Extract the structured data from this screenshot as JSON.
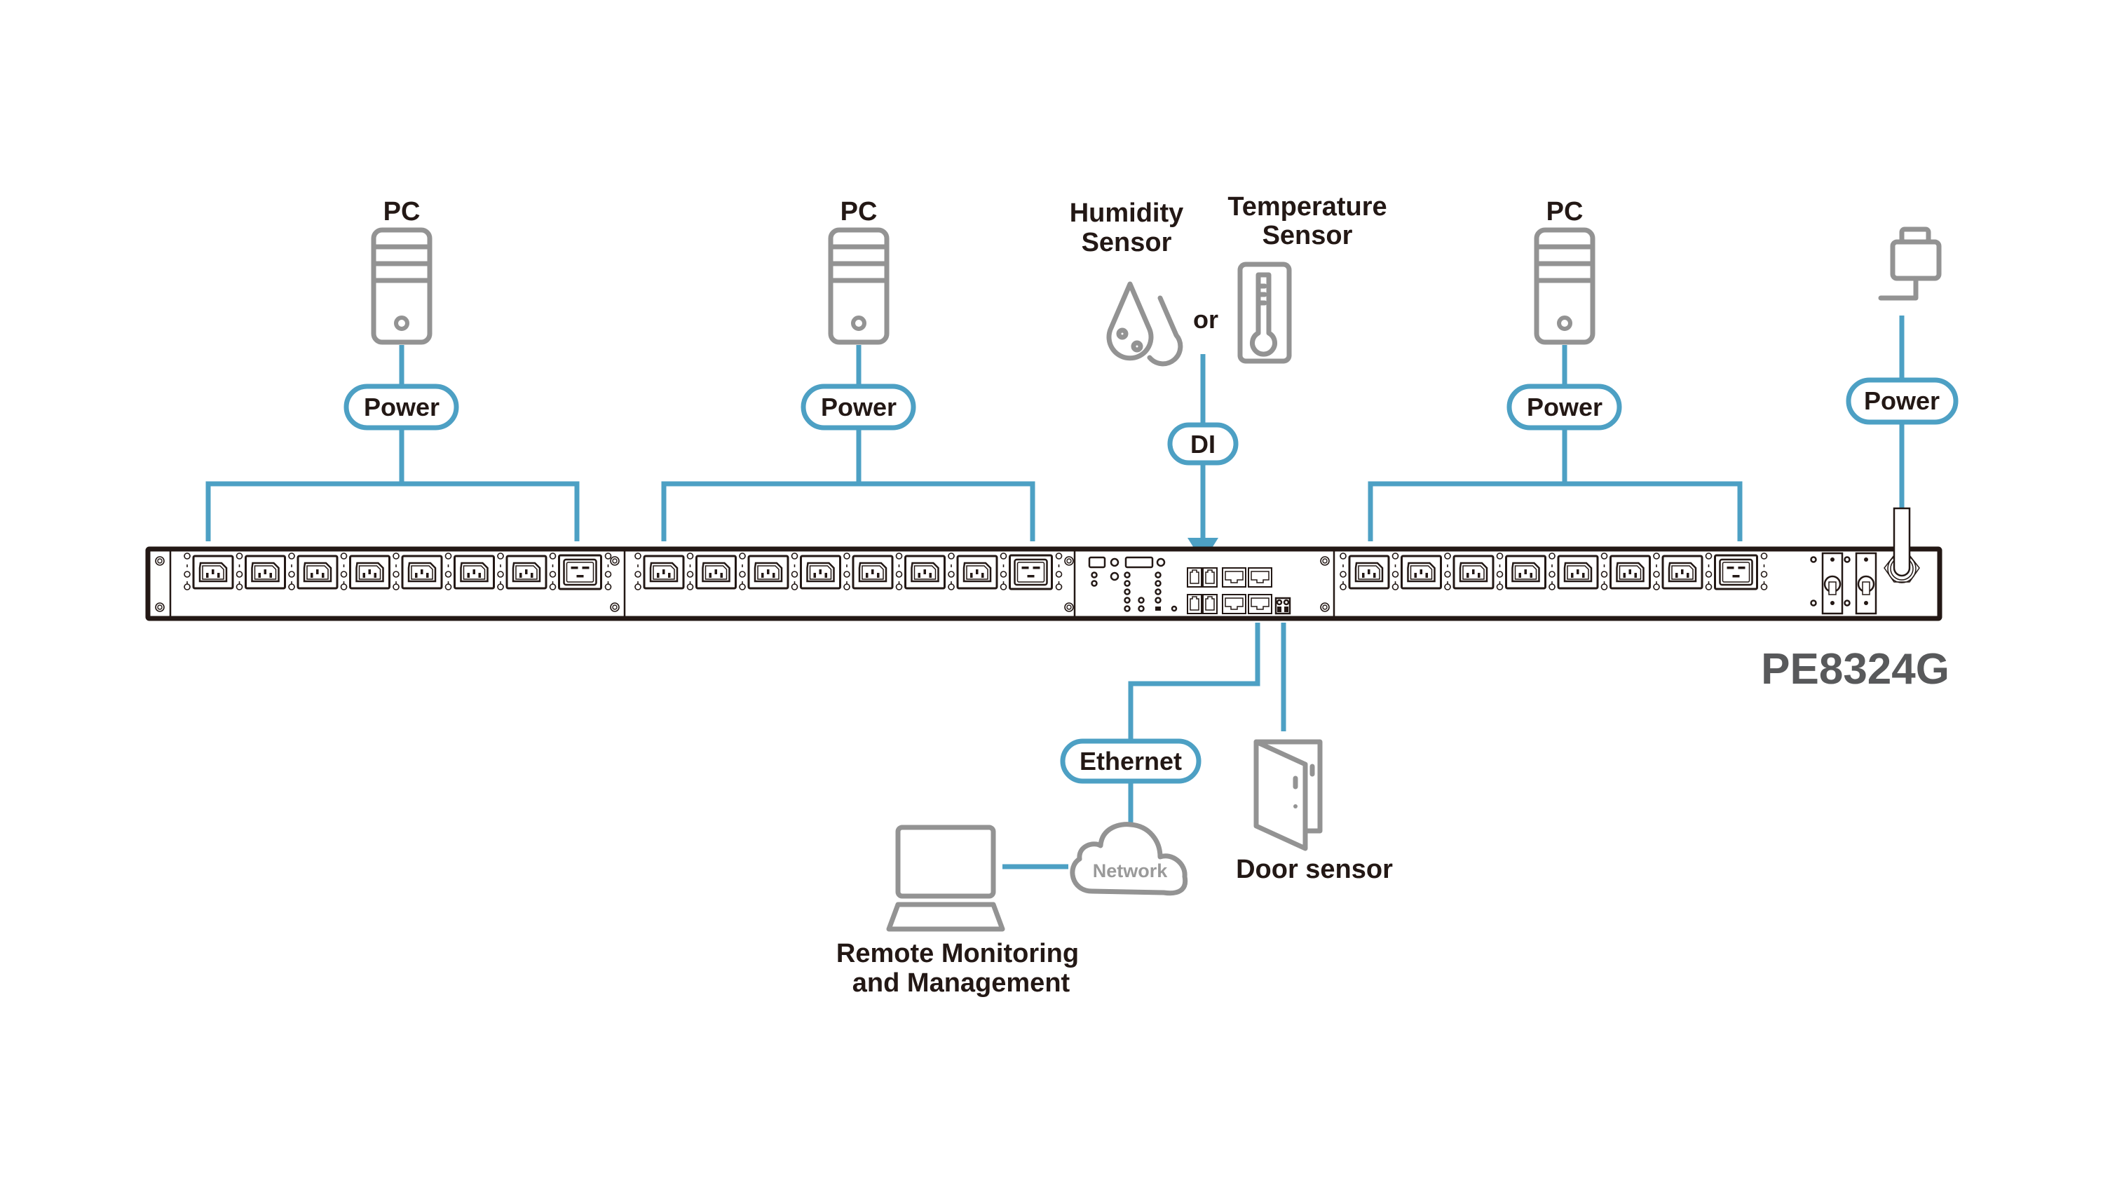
{
  "diagram": {
    "model_name": "PE8324G",
    "colors": {
      "connection_line": "#4da0c4",
      "icon_gray": "#939393",
      "text": "#231815",
      "model_text": "#58595b"
    },
    "devices": {
      "pc_groups": [
        {
          "label": "PC",
          "connection": "Power",
          "outlets_c13": 7,
          "outlets_c19": 1
        },
        {
          "label": "PC",
          "connection": "Power",
          "outlets_c13": 7,
          "outlets_c19": 1
        },
        {
          "label": "PC",
          "connection": "Power",
          "outlets_c13": 7,
          "outlets_c19": 1
        }
      ],
      "input_power": {
        "connection": "Power",
        "icon": "power-plug-icon"
      },
      "sensors": {
        "humidity": {
          "line1": "Humidity",
          "line2": "Sensor",
          "icon": "water-drops-icon"
        },
        "separator": "or",
        "temperature": {
          "line1": "Temperature",
          "line2": "Sensor",
          "icon": "thermometer-icon"
        },
        "connection": "DI"
      },
      "network": {
        "connection": "Ethernet",
        "cloud_label": "Network",
        "client": {
          "line1": "Remote Monitoring",
          "line2": "and Management",
          "icon": "laptop-icon"
        }
      },
      "door_sensor": {
        "label": "Door sensor",
        "icon": "door-icon"
      }
    }
  }
}
